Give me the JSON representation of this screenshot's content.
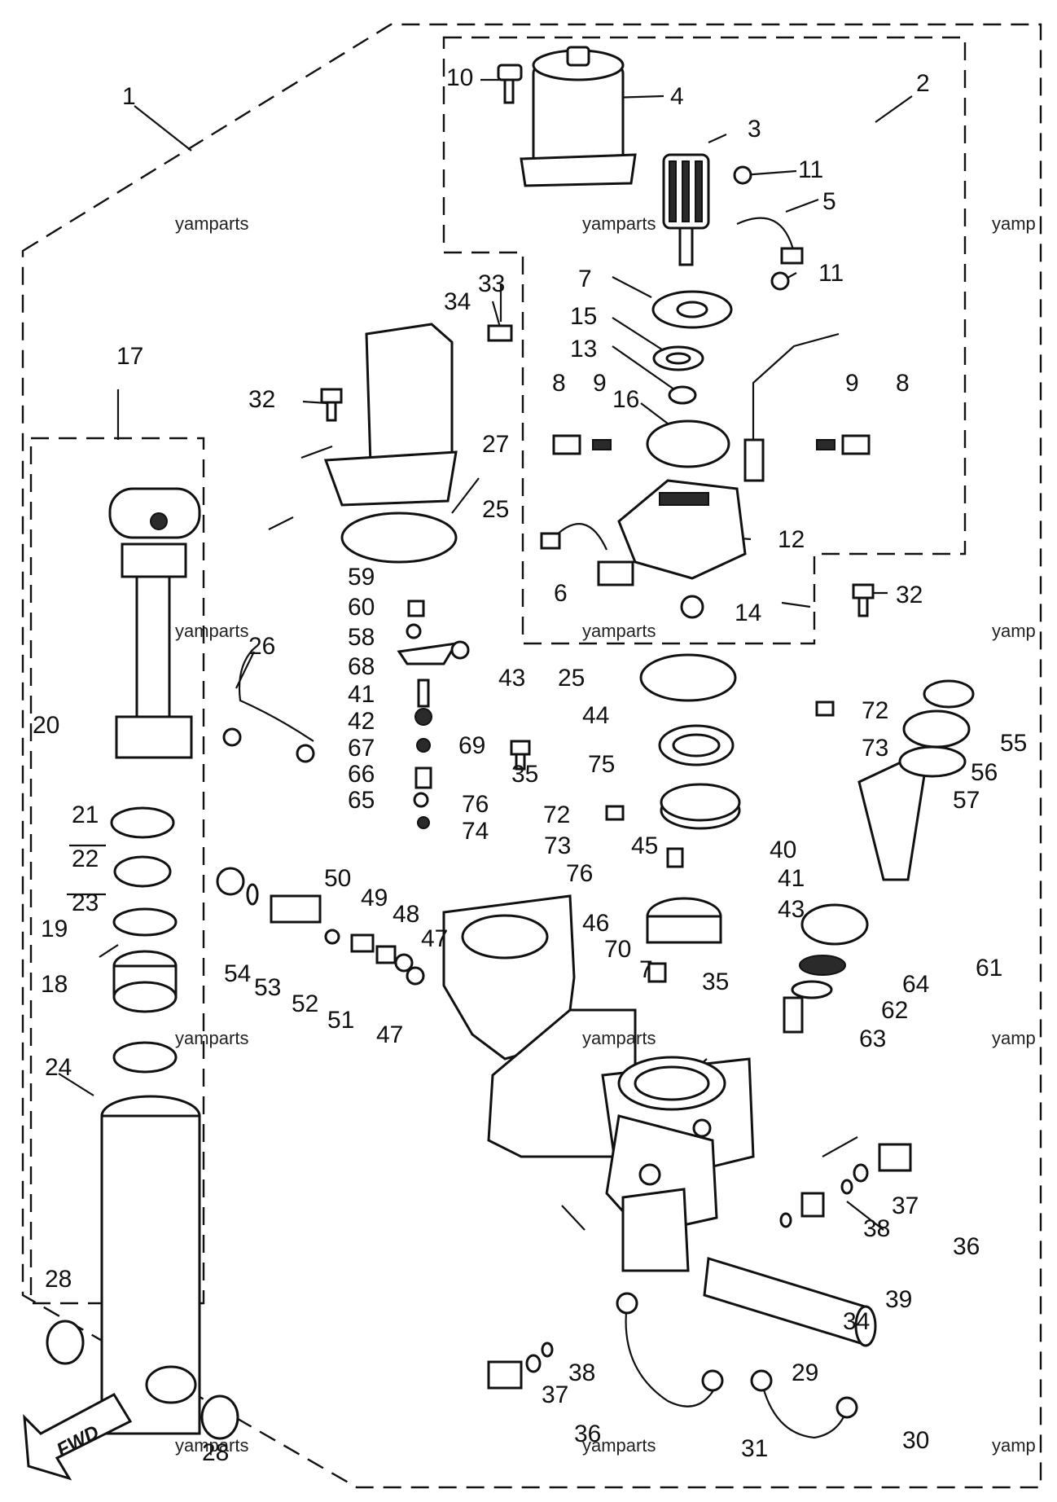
{
  "watermark": "yamparts",
  "watermark_cut": "yamp",
  "fwd_label": "FWD",
  "callouts": {
    "c1": "1",
    "c2": "2",
    "c3": "3",
    "c4": "4",
    "c5": "5",
    "c6": "6",
    "c7a": "7",
    "c7b": "7",
    "c8a": "8",
    "c8b": "8",
    "c9a": "9",
    "c9b": "9",
    "c10": "10",
    "c11a": "11",
    "c11b": "11",
    "c12": "12",
    "c13": "13",
    "c14": "14",
    "c15": "15",
    "c16": "16",
    "c17": "17",
    "c18": "18",
    "c19": "19",
    "c20": "20",
    "c21": "21",
    "c22": "22",
    "c23": "23",
    "c24": "24",
    "c25a": "25",
    "c25b": "25",
    "c26": "26",
    "c27": "27",
    "c28a": "28",
    "c28b": "28",
    "c29": "29",
    "c30": "30",
    "c31": "31",
    "c32a": "32",
    "c32b": "32",
    "c33": "33",
    "c34a": "34",
    "c34b": "34",
    "c35a": "35",
    "c35b": "35",
    "c36a": "36",
    "c36b": "36",
    "c37a": "37",
    "c37b": "37",
    "c38a": "38",
    "c38b": "38",
    "c39": "39",
    "c40": "40",
    "c41a": "41",
    "c41b": "41",
    "c42": "42",
    "c43a": "43",
    "c43b": "43",
    "c44": "44",
    "c45": "45",
    "c46": "46",
    "c47a": "47",
    "c47b": "47",
    "c48": "48",
    "c49": "49",
    "c50": "50",
    "c51": "51",
    "c52": "52",
    "c53": "53",
    "c54": "54",
    "c55": "55",
    "c56": "56",
    "c57": "57",
    "c58": "58",
    "c59": "59",
    "c60": "60",
    "c61": "61",
    "c62": "62",
    "c63": "63",
    "c64": "64",
    "c65": "65",
    "c66": "66",
    "c67": "67",
    "c68": "68",
    "c69": "69",
    "c70": "70",
    "c72a": "72",
    "c72b": "72",
    "c73a": "73",
    "c73b": "73",
    "c74": "74",
    "c75": "75",
    "c76a": "76",
    "c76b": "76"
  }
}
